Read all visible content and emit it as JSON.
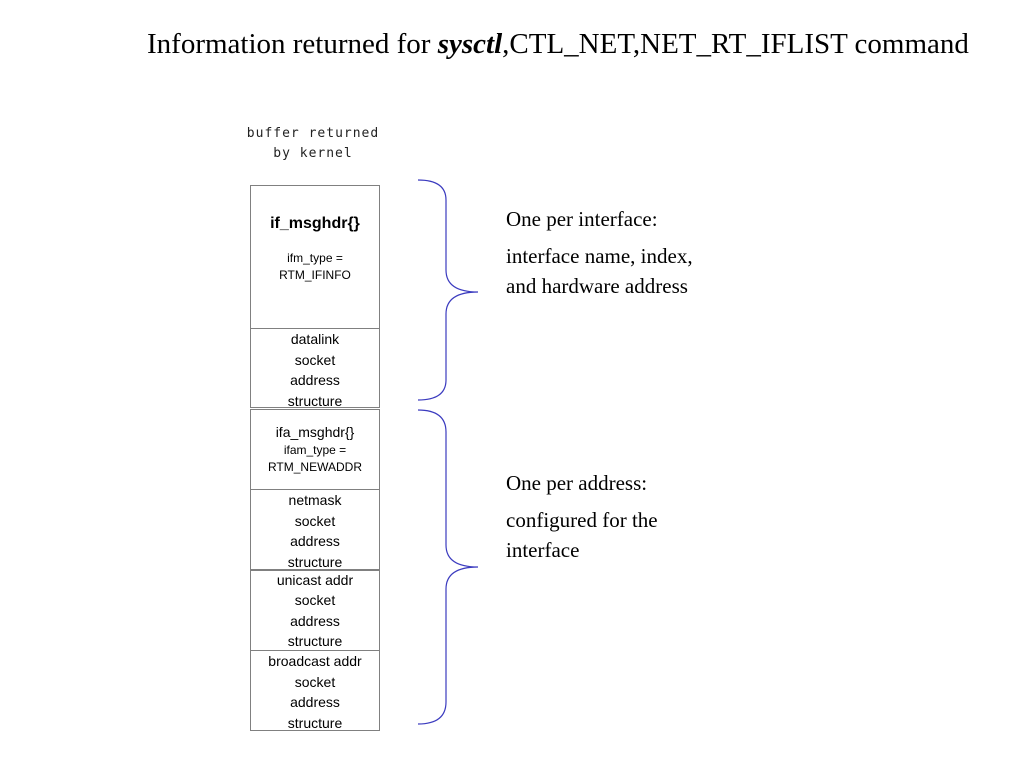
{
  "title": {
    "prefix": "Information returned for ",
    "emph": "sysctl",
    "suffix": ",CTL_NET,NET_RT_IFLIST command"
  },
  "buffer_label": "buffer returned\nby kernel",
  "boxes": {
    "if_msghdr": {
      "header": "if_msghdr{}",
      "line1": "ifm_type =",
      "line2": "RTM_IFINFO"
    },
    "datalink": [
      "datalink",
      "socket",
      "address",
      "structure"
    ],
    "ifa_msghdr": {
      "header": "ifa_msghdr{}",
      "line1": "ifam_type =",
      "line2": "RTM_NEWADDR"
    },
    "netmask": [
      "netmask",
      "socket",
      "address",
      "structure"
    ],
    "unicast": [
      "unicast addr",
      "socket",
      "address",
      "structure"
    ],
    "broadcast": [
      "broadcast addr",
      "socket",
      "address",
      "structure"
    ]
  },
  "annotations": {
    "interface": {
      "heading": "One per interface:",
      "body": "interface name, index, and hardware address"
    },
    "address": {
      "heading": "One per address:",
      "body": "configured for the interface"
    }
  },
  "colors": {
    "brace": "#3b3bbf",
    "box_border": "#808080"
  }
}
